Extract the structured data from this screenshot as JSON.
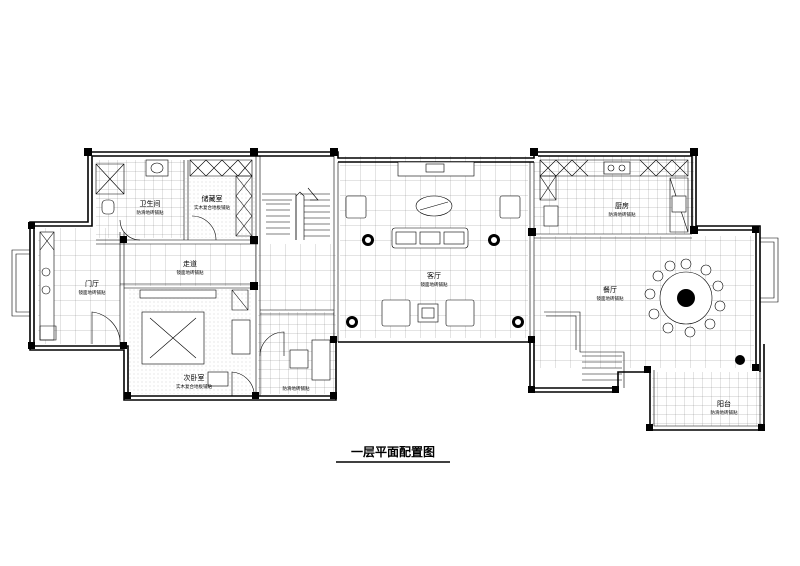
{
  "title": "一层平面配置图",
  "rooms": {
    "bathroom": {
      "name": "卫生间",
      "floor": "防滑地砖铺贴"
    },
    "storage": {
      "name": "储藏室",
      "floor": "实木复合地板铺贴"
    },
    "hall": {
      "name": "门厅",
      "floor": "镜面地砖铺贴"
    },
    "corridor": {
      "name": "走道",
      "floor": "镜面地砖铺贴"
    },
    "bedroom": {
      "name": "次卧室",
      "floor": "实木复合地板铺贴"
    },
    "small_room": {
      "name": "",
      "floor": "防滑地砖铺贴"
    },
    "living": {
      "name": "客厅",
      "floor": "镜面地砖铺贴"
    },
    "kitchen": {
      "name": "厨房",
      "floor": "防滑地砖铺贴"
    },
    "dining": {
      "name": "餐厅",
      "floor": "镜面地砖铺贴"
    },
    "balcony": {
      "name": "阳台",
      "floor": "防滑地砖铺贴"
    }
  }
}
